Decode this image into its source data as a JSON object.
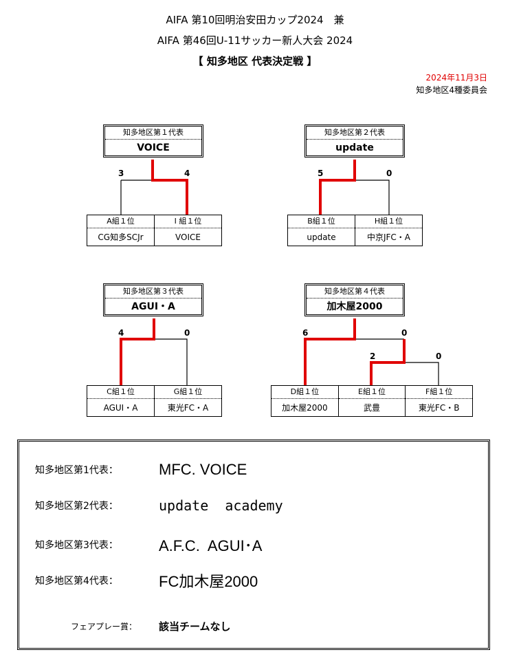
{
  "header": {
    "title_line1": "AIFA 第10回明治安田カップ2024　兼",
    "title_line2": "AIFA 第46回U-11サッカー新人大会 2024",
    "title_line3": "【 知多地区 代表決定戦 】",
    "date": "2024年11月3日",
    "organizer": "知多地区4種委員会"
  },
  "brackets": [
    {
      "label": "知多地区第１代表",
      "winner": "VOICE",
      "groups": [
        {
          "label": "A組１位",
          "team": "CG知多SCJr"
        },
        {
          "label": "I 組１位",
          "team": "VOICE"
        }
      ],
      "scores": [
        "3",
        "4"
      ]
    },
    {
      "label": "知多地区第２代表",
      "winner": "update",
      "groups": [
        {
          "label": "B組１位",
          "team": "update"
        },
        {
          "label": "H組１位",
          "team": "中京JFC・A"
        }
      ],
      "scores": [
        "5",
        "0"
      ]
    },
    {
      "label": "知多地区第３代表",
      "winner": "AGUI・A",
      "groups": [
        {
          "label": "C組１位",
          "team": "AGUI・A"
        },
        {
          "label": "G組１位",
          "team": "東光FC・A"
        }
      ],
      "scores": [
        "4",
        "0"
      ]
    },
    {
      "label": "知多地区第４代表",
      "winner": "加木屋2000",
      "groups": [
        {
          "label": "D組１位",
          "team": "加木屋2000"
        },
        {
          "label": "E組１位",
          "team": "武豊"
        },
        {
          "label": "F組１位",
          "team": "東光FC・B"
        }
      ],
      "scores": [
        "6",
        "0",
        "2",
        "0"
      ]
    }
  ],
  "summary": {
    "rows": [
      {
        "label": "知多地区第1代表：",
        "value": "MFC. VOICE"
      },
      {
        "label": "知多地区第2代表：",
        "value": "update  academy"
      },
      {
        "label": "知多地区第3代表：",
        "value": "A.F.C.  AGUI･A"
      },
      {
        "label": "知多地区第4代表：",
        "value": "FC加木屋2000"
      }
    ],
    "fairplay_label": "フェアプレー賞：",
    "fairplay_value": "該当チームなし"
  },
  "colors": {
    "winner_line": "#e00000",
    "line": "#000000",
    "date": "#e00000"
  }
}
